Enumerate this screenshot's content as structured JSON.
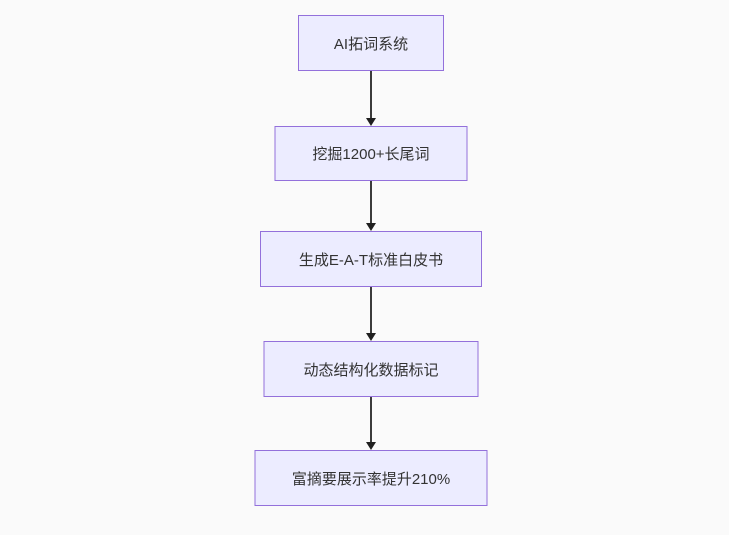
{
  "diagram": {
    "type": "flowchart-top-down",
    "background_color": "#fafafa",
    "node_fill_color": "#ececff",
    "node_border_color": "#9370db",
    "edge_color": "#333333",
    "text_color": "#333333",
    "nodes": [
      {
        "label": "AI拓词系统"
      },
      {
        "label": "挖掘1200+长尾词"
      },
      {
        "label": "生成E-A-T标准白皮书"
      },
      {
        "label": "动态结构化数据标记"
      },
      {
        "label": "富摘要展示率提升210%"
      }
    ],
    "edges": [
      {
        "from": "AI拓词系统",
        "to": "挖掘1200+长尾词"
      },
      {
        "from": "挖掘1200+长尾词",
        "to": "生成E-A-T标准白皮书"
      },
      {
        "from": "生成E-A-T标准白皮书",
        "to": "动态结构化数据标记"
      },
      {
        "from": "动态结构化数据标记",
        "to": "富摘要展示率提升210%"
      }
    ]
  }
}
